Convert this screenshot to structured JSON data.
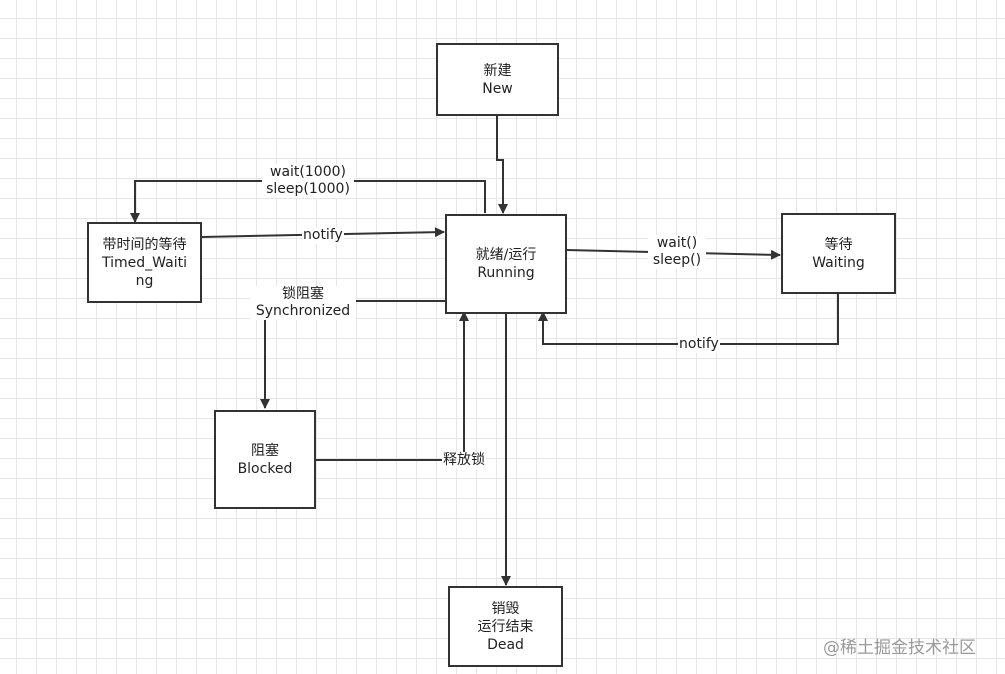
{
  "nodes": {
    "new": {
      "lines": [
        "新建",
        "New"
      ]
    },
    "running": {
      "lines": [
        "就绪/运行",
        "Running"
      ]
    },
    "timed": {
      "lines": [
        "带时间的等待",
        "Timed_Waiti",
        "ng"
      ]
    },
    "waiting": {
      "lines": [
        "等待",
        "Waiting"
      ]
    },
    "blocked": {
      "lines": [
        "阻塞",
        "Blocked"
      ]
    },
    "dead": {
      "lines": [
        "销毁",
        "运行结束",
        "Dead"
      ]
    }
  },
  "edges": {
    "to_timed": {
      "lines": [
        "wait(1000)",
        "sleep(1000)"
      ]
    },
    "timed_back": {
      "label": "notify"
    },
    "to_waiting": {
      "lines": [
        "wait()",
        "sleep()"
      ]
    },
    "waiting_back": {
      "label": "notify"
    },
    "to_blocked": {
      "lines": [
        "锁阻塞",
        "Synchronized"
      ]
    },
    "blocked_back": {
      "label": "释放锁"
    }
  },
  "watermark": "@稀土掘金技术社区"
}
